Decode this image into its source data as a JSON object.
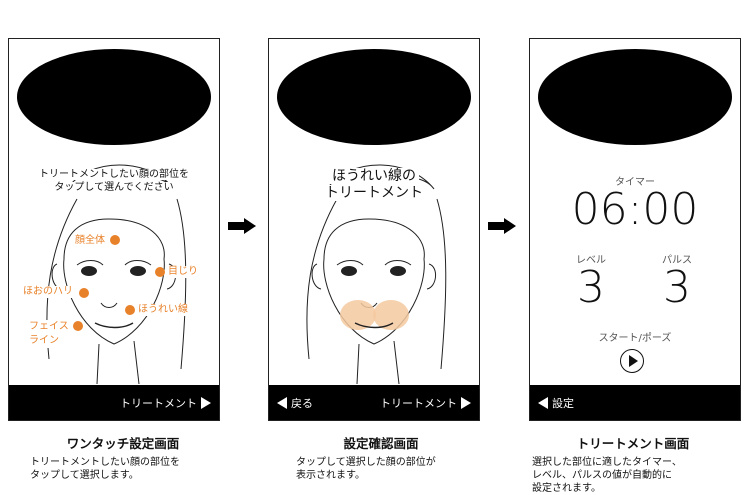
{
  "screens": [
    {
      "title": "ワンタッチ設定画面",
      "description_lines": [
        "トリートメントしたい顔の部位を",
        "タップして選択します。"
      ],
      "instruction_lines": [
        "トリートメントしたい顔の部位を",
        "タップして選んでください"
      ],
      "parts": [
        "顔全体",
        "目じり",
        "ほおのハリ",
        "ほうれい線",
        "フェイス",
        "ライン"
      ],
      "bar_right": "トリートメント"
    },
    {
      "title": "設定確認画面",
      "description_lines": [
        "タップして選択した顔の部位が",
        "表示されます。"
      ],
      "treatment_lines": [
        "ほうれい線の",
        "トリートメント"
      ],
      "bar_left": "戻る",
      "bar_right": "トリートメント"
    },
    {
      "title": "トリートメント画面",
      "description_lines": [
        "選択した部位に適したタイマー、",
        "レベル、パルスの値が自動的に",
        "設定されます。"
      ],
      "timer_label": "タイマー",
      "timer_value": "06:00",
      "level_label": "レベル",
      "level_value": "3",
      "pulse_label": "パルス",
      "pulse_value": "3",
      "start_label": "スタート/ポーズ",
      "bar_left": "設定"
    }
  ],
  "colors": {
    "accent": "#e8822a",
    "cheek": "#f5c9a0"
  }
}
